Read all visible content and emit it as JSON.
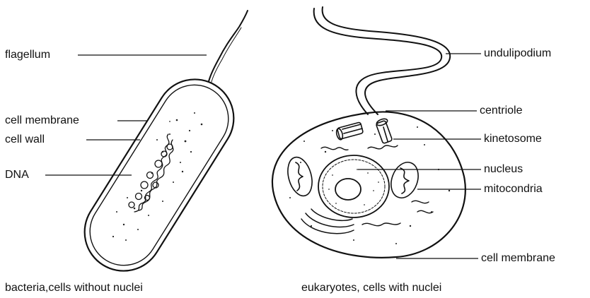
{
  "bacterium": {
    "labels": {
      "flagellum": "flagellum",
      "cell_membrane": "cell membrane",
      "cell_wall": "cell wall",
      "dna": "DNA"
    },
    "caption": "bacteria,cells without nuclei"
  },
  "eukaryote": {
    "labels": {
      "undulipodium": "undulipodium",
      "centriole": "centriole",
      "kinetosome": "kinetosome",
      "nucleus": "nucleus",
      "mitocondria": "mitocondria",
      "cell_membrane": "cell membrane"
    },
    "caption": "eukaryotes, cells with nuclei"
  }
}
